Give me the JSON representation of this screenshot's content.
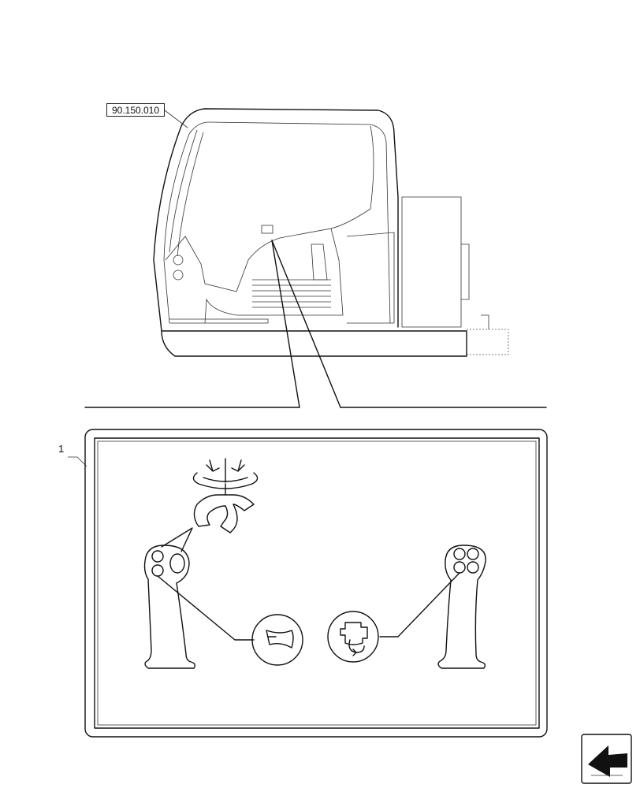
{
  "reference": {
    "label": "90.150.010"
  },
  "callout": {
    "number": "1"
  },
  "decal": {
    "icons": [
      "rotate-arrows-icon",
      "tilt-bucket-icon",
      "horn-icon",
      "engine-start-icon"
    ],
    "left_joystick": "left-joystick",
    "right_joystick": "right-joystick"
  },
  "nav": {
    "icon": "next-page-arrow-icon"
  }
}
